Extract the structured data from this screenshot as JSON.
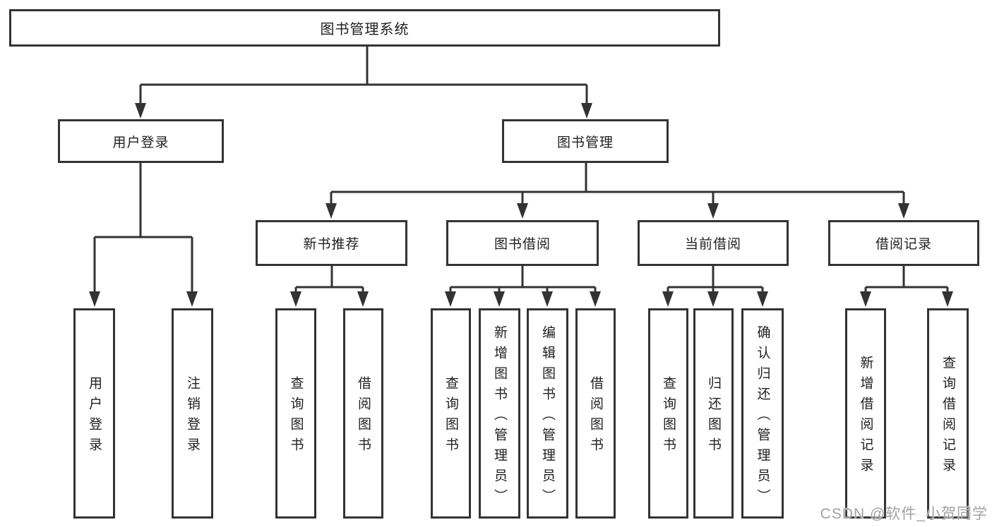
{
  "diagram": {
    "root": {
      "label": "图书管理系统"
    },
    "branches": [
      {
        "label": "用户登录",
        "leaves": [
          {
            "label": "用户登录"
          },
          {
            "label": "注销登录"
          }
        ]
      },
      {
        "label": "图书管理",
        "groups": [
          {
            "label": "新书推荐",
            "leaves": [
              {
                "label": "查询图书"
              },
              {
                "label": "借阅图书"
              }
            ]
          },
          {
            "label": "图书借阅",
            "leaves": [
              {
                "label": "查询图书"
              },
              {
                "label": "新增图书（管理员）"
              },
              {
                "label": "编辑图书（管理员）"
              },
              {
                "label": "借阅图书"
              }
            ]
          },
          {
            "label": "当前借阅",
            "leaves": [
              {
                "label": "查询图书"
              },
              {
                "label": "归还图书"
              },
              {
                "label": "确认归还（管理员）"
              }
            ]
          },
          {
            "label": "借阅记录",
            "leaves": [
              {
                "label": "新增借阅记录"
              },
              {
                "label": "查询借阅记录"
              }
            ]
          }
        ]
      }
    ]
  },
  "watermark": {
    "text": "CSDN @软件_小贺同学"
  },
  "colors": {
    "line": "#333333",
    "box_border": "#333333",
    "text": "#1f1f1f",
    "background": "#ffffff",
    "watermark": "#a2a2a2"
  }
}
